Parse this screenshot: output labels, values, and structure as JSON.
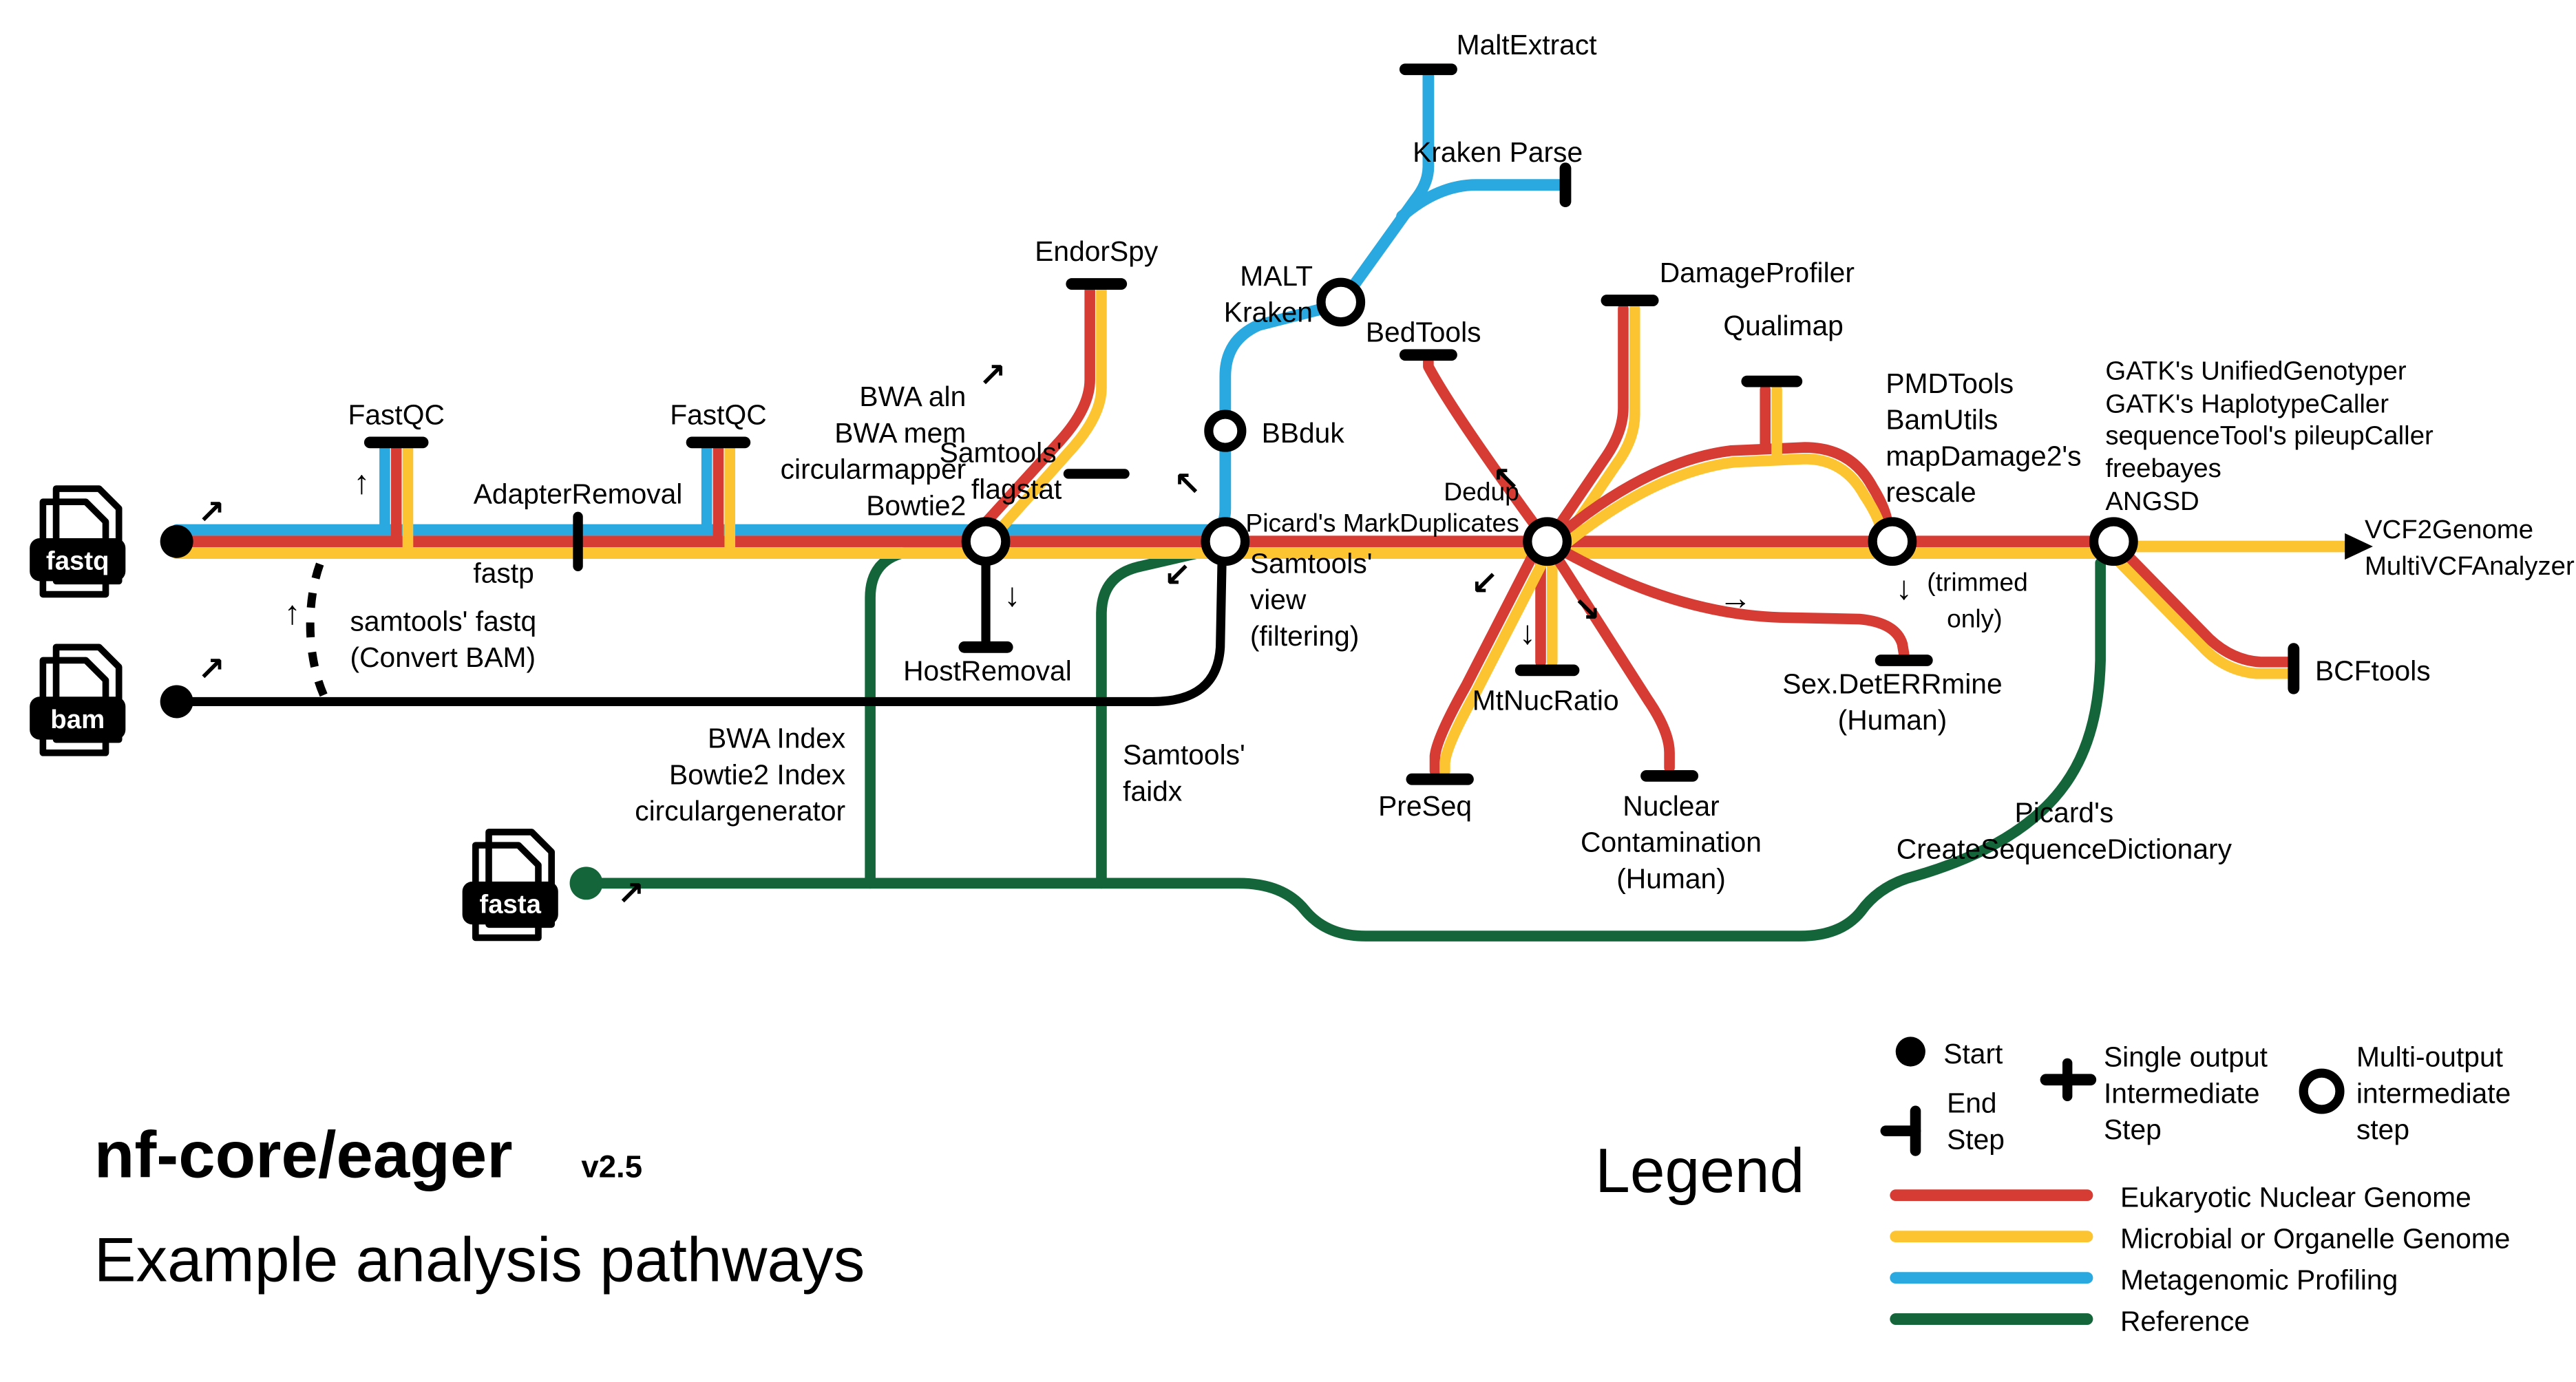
{
  "title": {
    "name": "nf-core/eager",
    "version": "v2.5",
    "subtitle": "Example analysis pathways"
  },
  "colors": {
    "eukaryotic": "#d63c34",
    "microbial": "#fdc432",
    "metagenomic": "#29a9df",
    "reference": "#14663a",
    "ink": "#000000"
  },
  "inputs": {
    "fastq": "fastq",
    "bam": "bam",
    "fasta": "fasta"
  },
  "icons": {
    "arrow_up_right": "↗",
    "arrow_up": "↑",
    "arrow_down": "↓",
    "arrow_up_left": "↖",
    "arrow_down_left": "↙",
    "arrow_down_right": "↘",
    "arrow_right": "→"
  },
  "labels": {
    "fastqc1": "FastQC",
    "fastqc2": "FastQC",
    "adapterremoval": "AdapterRemoval",
    "fastp": "fastp",
    "convert_bam": [
      "samtools' fastq",
      "(Convert BAM)"
    ],
    "aligners": [
      "BWA aln",
      "BWA mem",
      "circularmapper",
      "Bowtie2"
    ],
    "endorspy": "EndorSpy",
    "flagstat": [
      "Samtools'",
      "flagstat"
    ],
    "hostremoval": "HostRemoval",
    "samtools_view": [
      "Samtools'",
      "view",
      "(filtering)"
    ],
    "bbduk": "BBduk",
    "malt": [
      "MALT",
      "Kraken"
    ],
    "maltextract": "MaltExtract",
    "kraken_parse": "Kraken Parse",
    "markduplicates": [
      "Dedup",
      "Picard's MarkDuplicates"
    ],
    "bedtools": "BedTools",
    "damageprofiler": "DamageProfiler",
    "qualimap": "Qualimap",
    "mtnucratio": "MtNucRatio",
    "preseq": "PreSeq",
    "nuclear_contamination": [
      "Nuclear",
      "Contamination",
      "(Human)"
    ],
    "sexdeterrmine": [
      "Sex.DetERRmine",
      "(Human)"
    ],
    "trimmed_only": [
      "(trimmed",
      "only)"
    ],
    "pmdtools": [
      "PMDTools",
      "BamUtils",
      "mapDamage2's",
      "rescale"
    ],
    "genotypers": [
      "GATK's UnifiedGenotyper",
      "GATK's HaplotypeCaller",
      "sequenceTool's pileupCaller",
      "freebayes",
      "ANGSD"
    ],
    "vcf_outputs": [
      "VCF2Genome",
      "MultiVCFAnalyzer"
    ],
    "bcftools": "BCFtools",
    "reference_indexing": [
      "BWA Index",
      "Bowtie2 Index",
      "circulargenerator"
    ],
    "faidx": [
      "Samtools'",
      "faidx"
    ],
    "createseqdict": [
      "Picard's",
      "CreateSequenceDictionary"
    ]
  },
  "legend": {
    "heading": "Legend",
    "start": "Start",
    "end_step": [
      "End",
      "Step"
    ],
    "single_output": [
      "Single output",
      "Intermediate",
      "Step"
    ],
    "multi_output": [
      "Multi-output",
      "intermediate",
      "step"
    ],
    "lines": [
      {
        "label": "Eukaryotic Nuclear Genome",
        "color": "#d63c34"
      },
      {
        "label": "Microbial or Organelle Genome",
        "color": "#fdc432"
      },
      {
        "label": "Metagenomic Profiling",
        "color": "#29a9df"
      },
      {
        "label": "Reference",
        "color": "#14663a"
      }
    ]
  }
}
